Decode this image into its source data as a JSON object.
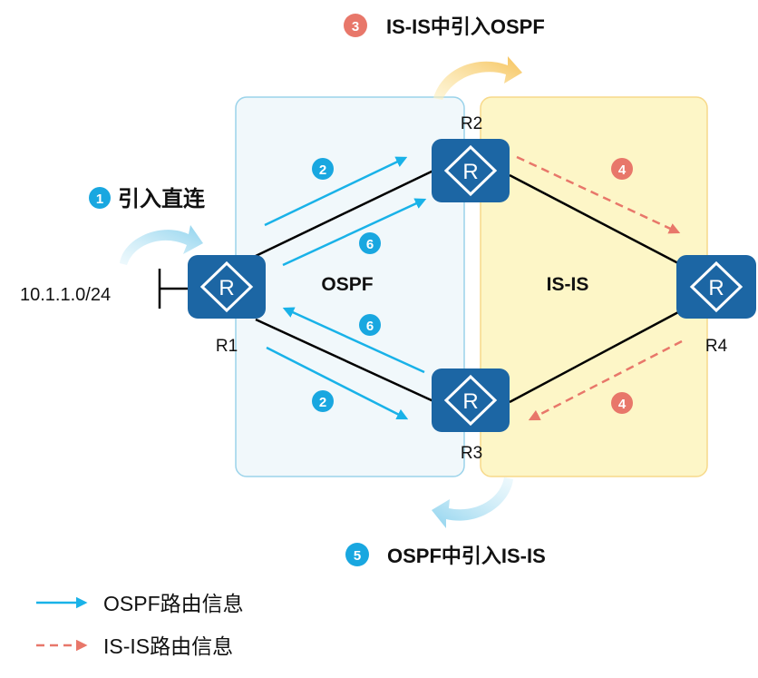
{
  "areas": {
    "ospf": "OSPF",
    "isis": "IS-IS"
  },
  "routers": {
    "r1": "R1",
    "r2": "R2",
    "r3": "R3",
    "r4": "R4",
    "symbol": "R"
  },
  "network": {
    "prefix": "10.1.1.0/24"
  },
  "steps": {
    "s1": {
      "num": "1",
      "label": "引入直连"
    },
    "s2": {
      "num": "2"
    },
    "s3": {
      "num": "3",
      "label": "IS-IS中引入OSPF"
    },
    "s4": {
      "num": "4"
    },
    "s5": {
      "num": "5",
      "label": "OSPF中引入IS-IS"
    },
    "s6": {
      "num": "6"
    }
  },
  "legend": {
    "ospf": "OSPF路由信息",
    "isis": "IS-IS路由信息"
  },
  "colors": {
    "ospf_area_fill": "#f1f8fb",
    "ospf_area_border": "#9bd3ea",
    "isis_area_fill": "#fdf6c7",
    "isis_area_border": "#f7d98a",
    "router_fill": "#1c66a4",
    "ospf_arrow": "#19b2e8",
    "isis_arrow": "#e8776a",
    "ospf_badge": "#19a7e0",
    "isis_badge": "#e8776a"
  }
}
